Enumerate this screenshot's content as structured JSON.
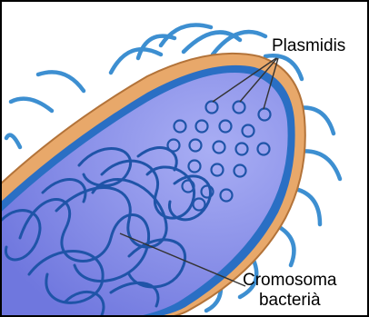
{
  "labels": {
    "plasmids": "Plasmidis",
    "chromosome_line1": "Cromosoma",
    "chromosome_line2": "bacterià"
  },
  "colors": {
    "flagella": "#3d8fd1",
    "outer_wall": "#e8a86a",
    "outer_wall_edge": "#b37339",
    "membrane": "#2a6fc4",
    "cytoplasm": "#7f86e8",
    "cytoplasm_light": "#a3a8f2",
    "chromosome": "#1f54a8",
    "plasmid": "#1f54a8",
    "leader_lines": "#333333"
  }
}
